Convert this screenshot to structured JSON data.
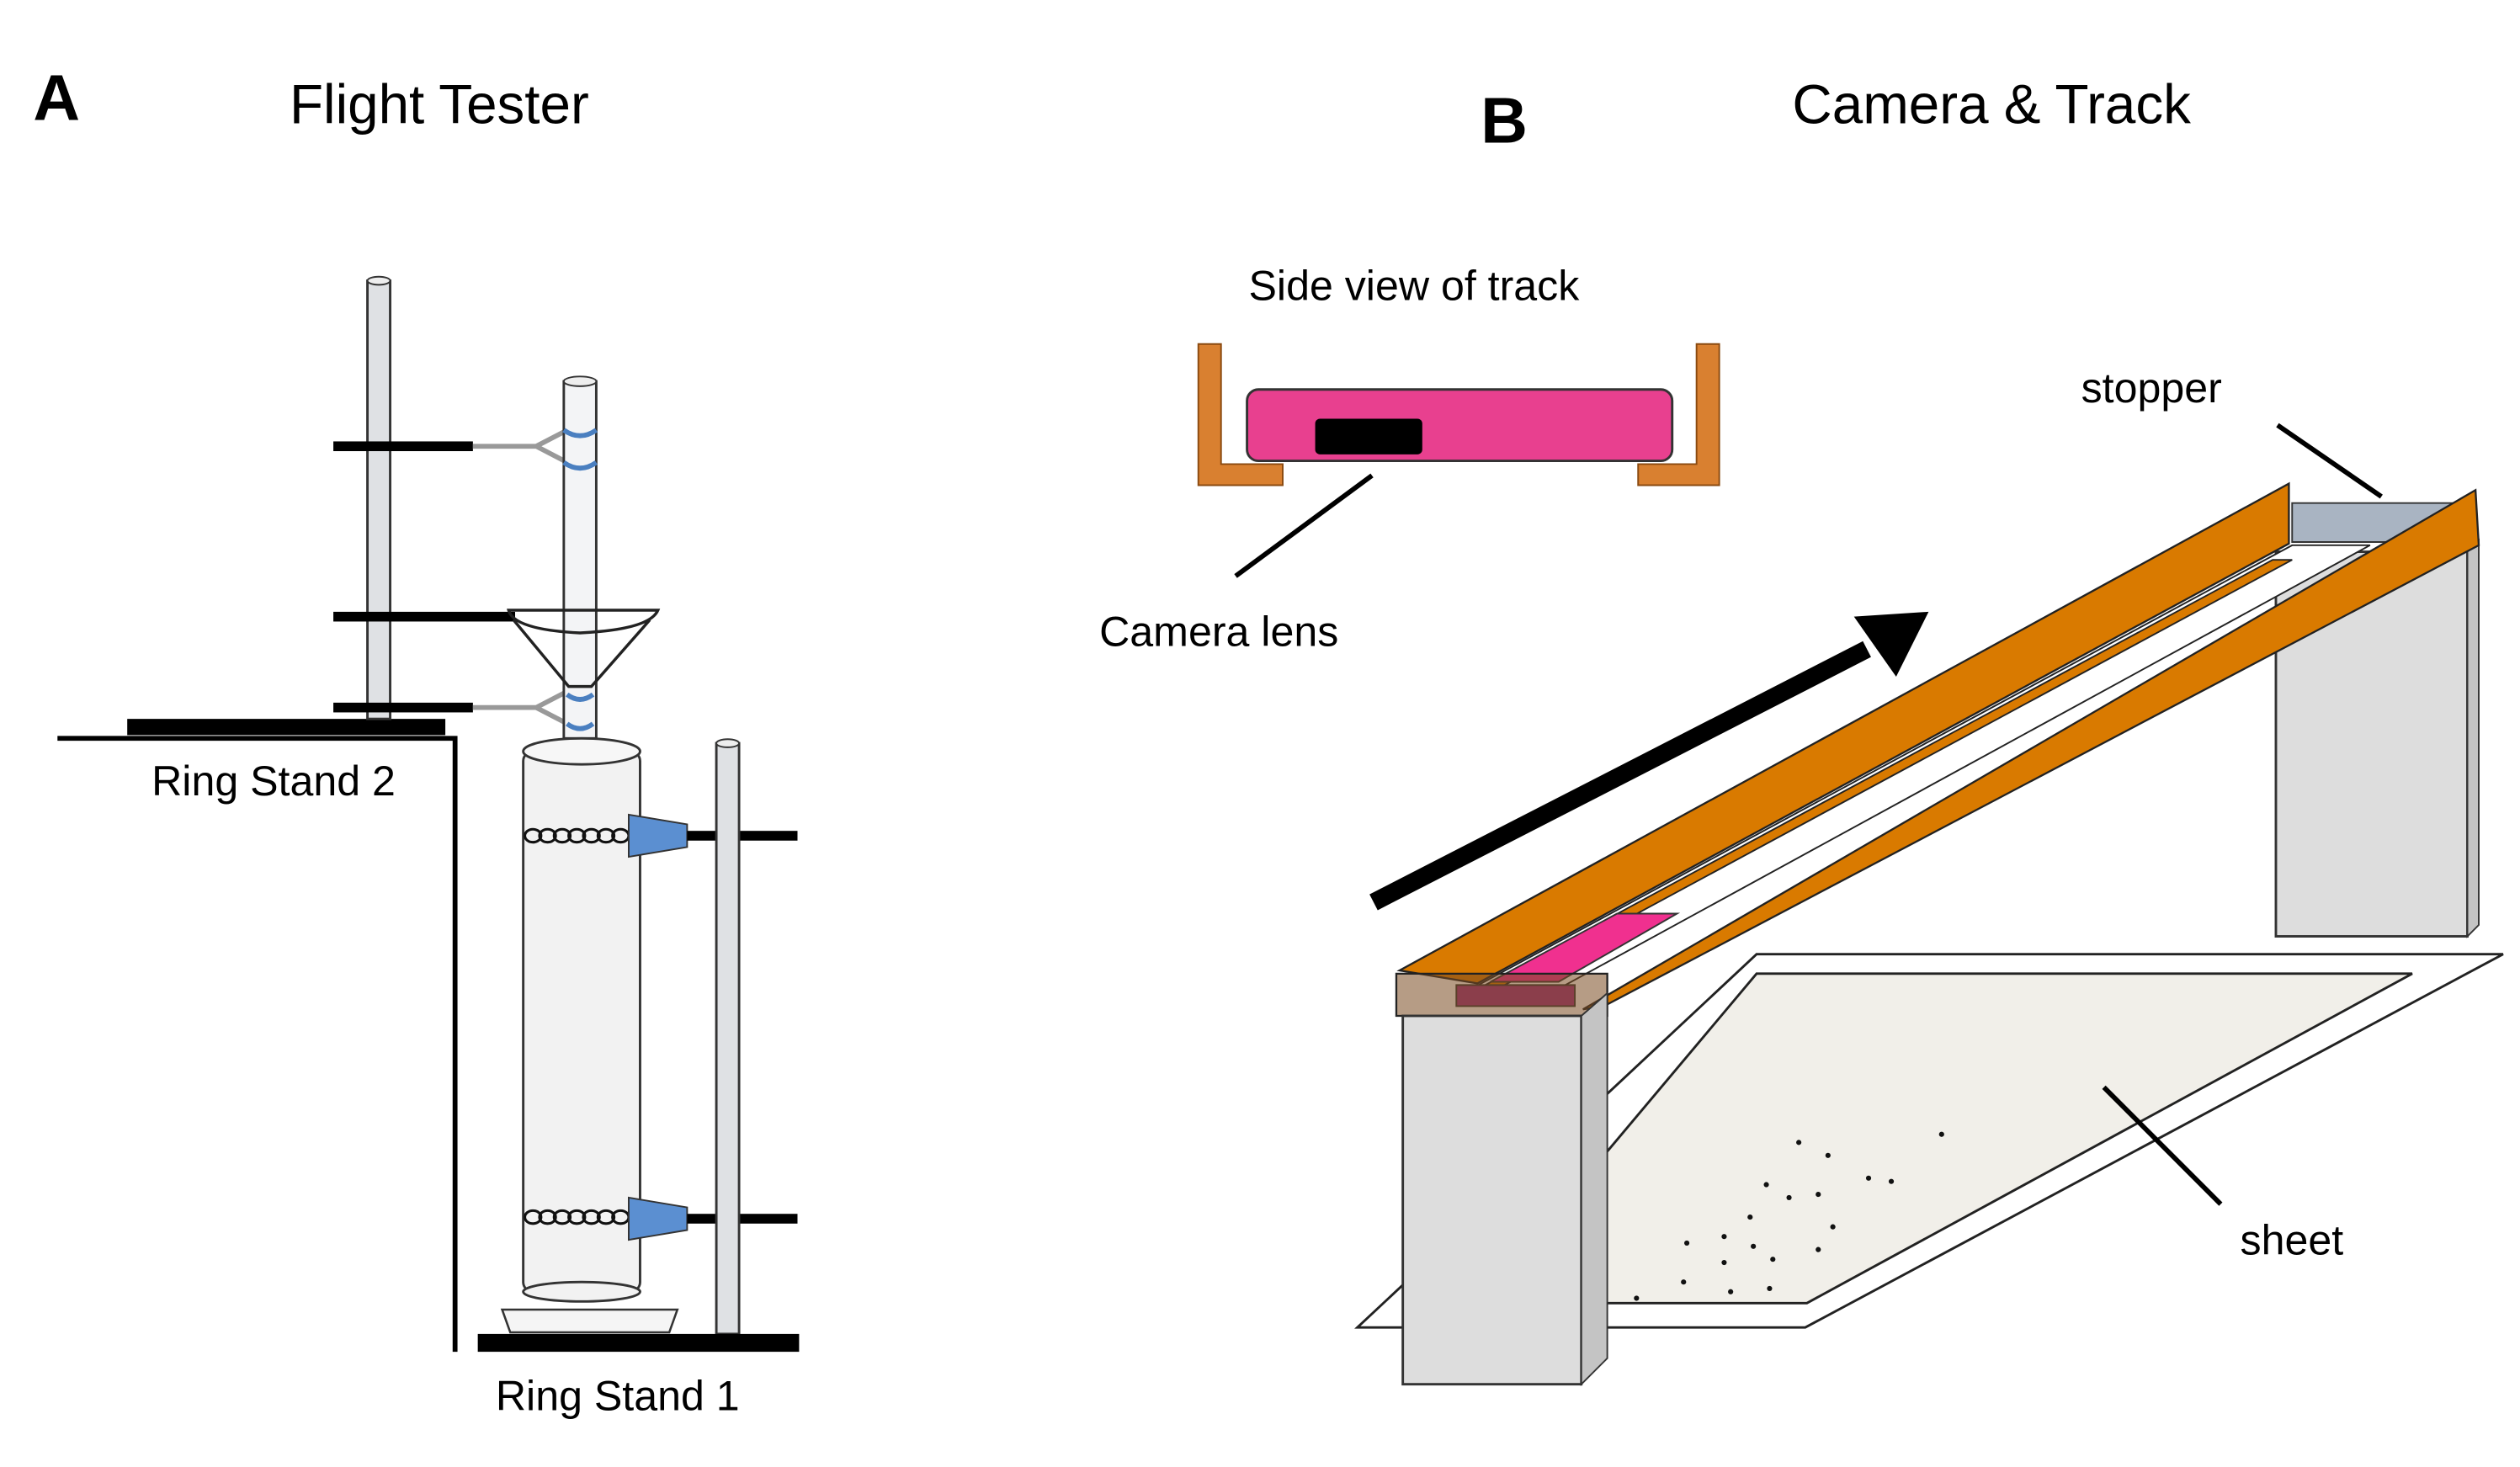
{
  "figure": {
    "panels": [
      {
        "letter": "A",
        "title": "Flight Tester",
        "labels": {
          "ring_stand_2": "Ring Stand 2",
          "ring_stand_1": "Ring Stand 1"
        }
      },
      {
        "letter": "B",
        "title": "Camera & Track",
        "labels": {
          "side_view": "Side view of track",
          "camera_lens": "Camera lens",
          "stopper": "stopper",
          "sheet": "sheet"
        }
      }
    ]
  },
  "colors": {
    "track_orange": "#d97a00",
    "side_orange": "#d98030",
    "camera_pink": "#e8408f",
    "camera_pink_3d": "#f0308f",
    "lens_black": "#000000",
    "clamp_blue": "#5b8fd1",
    "ring_blue": "#4a7fc0",
    "rod_gray": "#dfe1e4",
    "support_gray": "#dddddd",
    "stopper_gray": "#a9b4c2",
    "sheet_fill": "#f1efe9"
  }
}
